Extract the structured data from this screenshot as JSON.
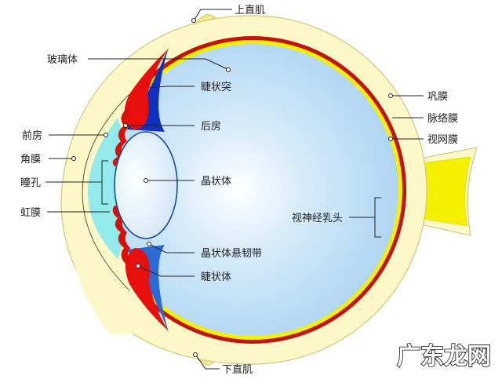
{
  "labels": {
    "superior_rectus": "上直肌",
    "vitreous": "玻璃体",
    "ciliary_process": "睫状突",
    "posterior_chamber": "后房",
    "anterior_chamber": "前房",
    "cornea": "角膜",
    "pupil": "瞳孔",
    "lens": "晶状体",
    "iris": "虹膜",
    "zonule": "晶状体悬韧带",
    "ciliary_body": "睫状体",
    "inferior_rectus": "下直肌",
    "sclera": "巩膜",
    "choroid": "脉络膜",
    "retina": "视网膜",
    "optic_disc": "视神经乳头"
  },
  "watermark": "广东龙网",
  "colors": {
    "sclera": "#fdf8c8",
    "choroid": "#c0140c",
    "retina": "#f5f000",
    "vitreous": "#b9dcf3",
    "ciliary": "#e8100c",
    "zonule": "#1030c0",
    "anterior_chamber": "#7fe8f0"
  }
}
